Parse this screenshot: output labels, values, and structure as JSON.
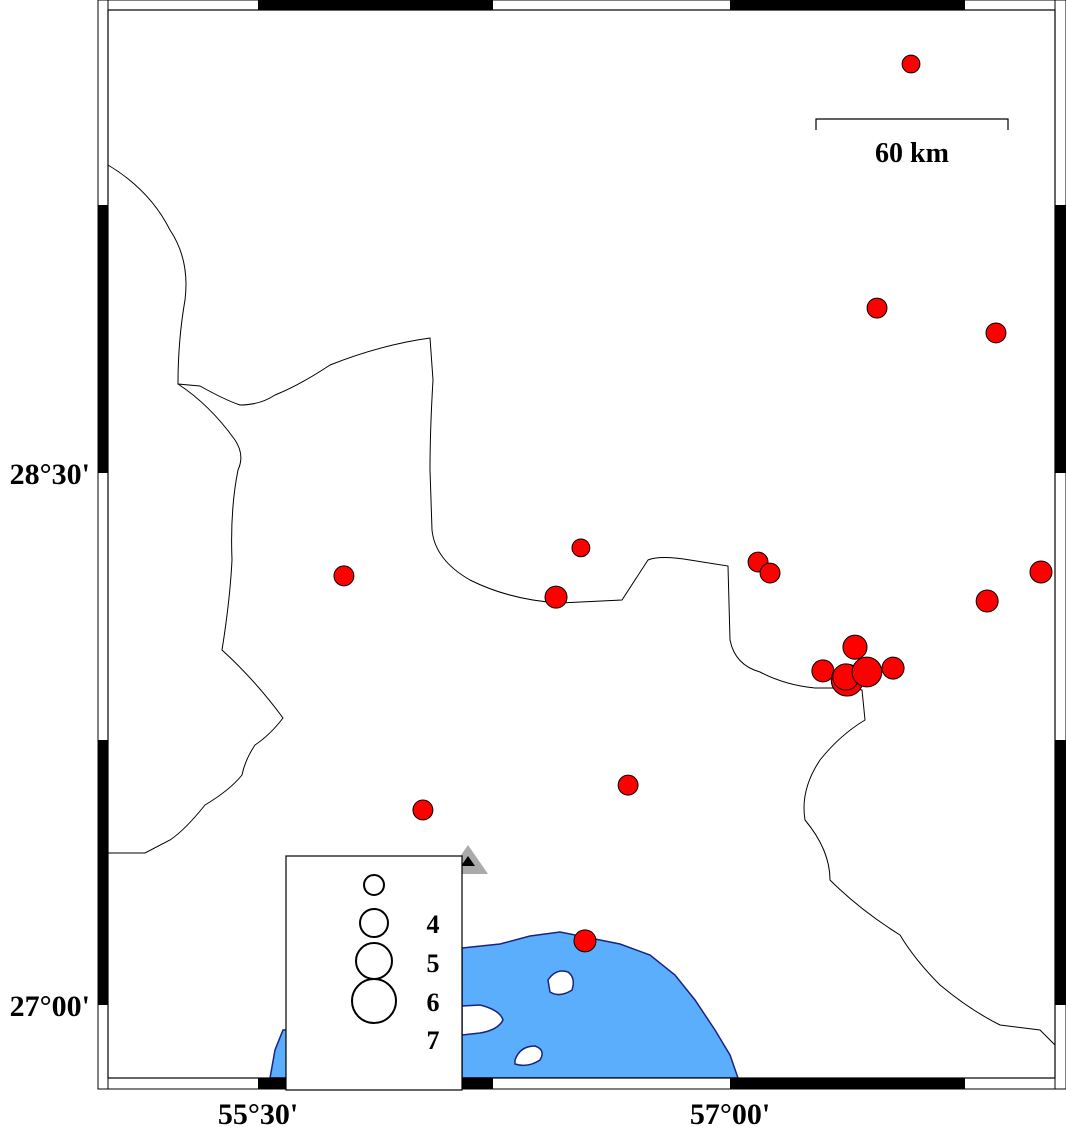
{
  "map": {
    "axes": {
      "lon_labels": [
        {
          "lon": 55.5,
          "text": "55°30'"
        },
        {
          "lon": 57.0,
          "text": "57°00'"
        }
      ],
      "lat_labels": [
        {
          "lat": 28.5,
          "text": "28°30'"
        },
        {
          "lat": 27.0,
          "text": "27°00'"
        }
      ]
    },
    "scale_bar": {
      "label": "60 km"
    },
    "legend": {
      "magnitudes": [
        "4",
        "5",
        "6",
        "7"
      ]
    },
    "colors": {
      "event": "#ff0000",
      "sea": "#5aaefc",
      "coast": "#1a237e",
      "station": "#aaaaaa"
    },
    "station": {
      "lon": 56.167,
      "lat": 27.409
    },
    "events": [
      {
        "lon": 57.575,
        "lat": 29.653,
        "mag": 3.4
      },
      {
        "lon": 57.467,
        "lat": 28.965,
        "mag": 3.7
      },
      {
        "lon": 57.845,
        "lat": 28.895,
        "mag": 3.7
      },
      {
        "lon": 55.773,
        "lat": 28.21,
        "mag": 3.7
      },
      {
        "lon": 56.526,
        "lat": 28.289,
        "mag": 3.4
      },
      {
        "lon": 56.447,
        "lat": 28.15,
        "mag": 4.0
      },
      {
        "lon": 57.089,
        "lat": 28.249,
        "mag": 3.7
      },
      {
        "lon": 57.127,
        "lat": 28.218,
        "mag": 3.7
      },
      {
        "lon": 57.817,
        "lat": 28.139,
        "mag": 4.0
      },
      {
        "lon": 57.988,
        "lat": 28.221,
        "mag": 4.0
      },
      {
        "lon": 57.397,
        "lat": 28.009,
        "mag": 4.3
      },
      {
        "lon": 57.295,
        "lat": 27.942,
        "mag": 4.0
      },
      {
        "lon": 57.518,
        "lat": 27.95,
        "mag": 4.0
      },
      {
        "lon": 57.372,
        "lat": 27.916,
        "mag": 5.4
      },
      {
        "lon": 57.368,
        "lat": 27.925,
        "mag": 4.6
      },
      {
        "lon": 57.435,
        "lat": 27.939,
        "mag": 5.1
      },
      {
        "lon": 56.676,
        "lat": 27.62,
        "mag": 3.7
      },
      {
        "lon": 56.024,
        "lat": 27.55,
        "mag": 3.7
      },
      {
        "lon": 56.539,
        "lat": 27.181,
        "mag": 4.0
      }
    ]
  }
}
